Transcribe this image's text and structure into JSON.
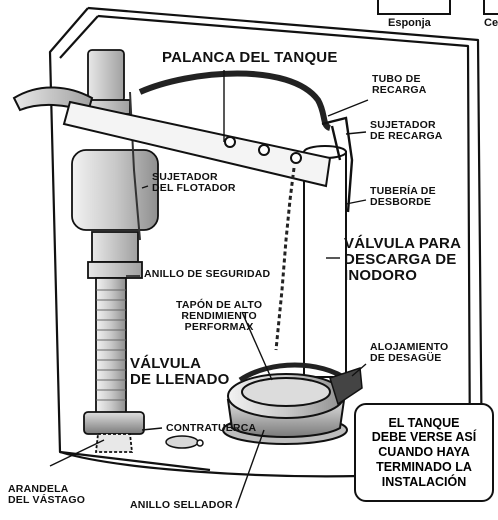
{
  "top_tags": {
    "sponge": "Esponja",
    "partial": "Ce"
  },
  "labels": {
    "tank_lever": "PALANCA DEL TANQUE",
    "refill_tube": "TUBO DE\nRECARGA",
    "refill_clip": "SUJETADOR\nDE RECARGA",
    "float_clip": "SUJETADOR\nDEL FLOTADOR",
    "overflow_pipe": "TUBERÍA DE\nDESBORDE",
    "flush_valve": "VÁLVULA PARA\nDESCARGA DE\nINODORO",
    "safety_ring": "ANILLO DE SEGURIDAD",
    "flapper": "TAPÓN DE ALTO\nRENDIMIENTO\nPERFORMAX",
    "drain_housing": "ALOJAMIENTO\nDE DESAGÜE",
    "fill_valve": "VÁLVULA\nDE LLENADO",
    "locknut": "CONTRATUERCA",
    "shank_washer": "ARANDELA\nDEL VÁSTAGO",
    "seal_ring": "ANILLO SELLADOR"
  },
  "callout": {
    "text": "EL TANQUE\nDEBE VERSE ASÍ\nCUANDO HAYA\nTERMINADO LA\nINSTALACIÓN"
  },
  "colors": {
    "ink": "#111111",
    "tank_fill": "#ffffff",
    "part_grey": "#cfcfcf",
    "dark_grey": "#555555"
  }
}
